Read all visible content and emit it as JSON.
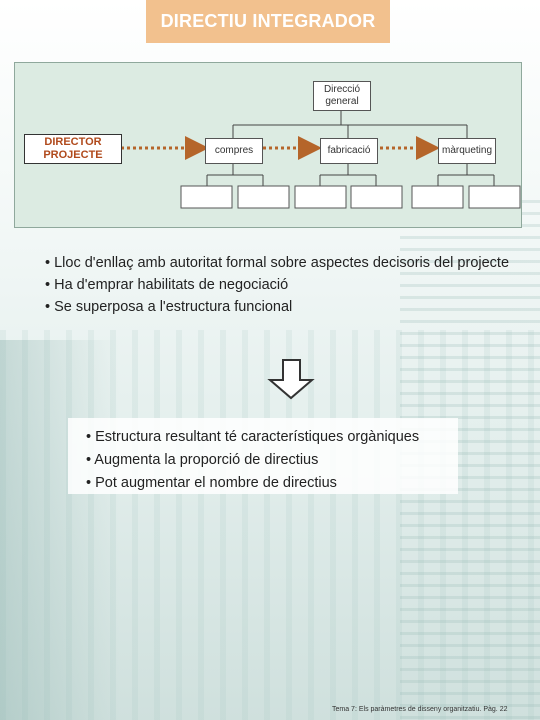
{
  "title": "DIRECTIU INTEGRADOR",
  "diagram": {
    "top_node": "Direcció general",
    "director": "DIRECTOR PROJECTE",
    "departments": [
      "compres",
      "fabricació",
      "màrqueting"
    ]
  },
  "bullets_top": [
    "• Lloc d'enllaç amb autoritat formal sobre aspectes decisoris del projecte",
    "• Ha d'emprar habilitats de negociació",
    "• Se superposa a l'estructura funcional"
  ],
  "bullets_bottom": [
    "• Estructura resultant té característiques orgàniques",
    "• Augmenta la proporció de directius",
    "• Pot augmentar el nombre de directius"
  ],
  "footer": "Tema 7: Els paràmetres de disseny organitzatiu. Pàg. 22",
  "colors": {
    "title_bg": "#f2c18e",
    "diagram_bg": "#dcebe2",
    "arrow_color": "#b5652a",
    "director_text": "#b04a1c"
  },
  "icons": [
    "down-arrow-icon"
  ]
}
